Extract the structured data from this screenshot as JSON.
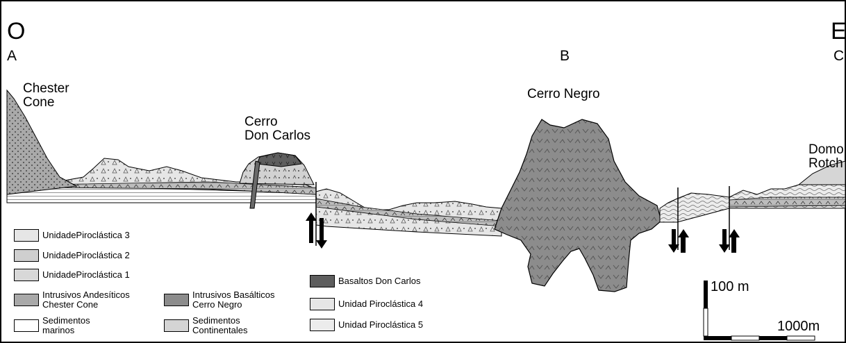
{
  "orientation": {
    "west": "O",
    "east": "E"
  },
  "points": {
    "a": "A",
    "b": "B",
    "c": "C"
  },
  "features": {
    "chester_cone": "Chester\nCone",
    "cerro_don_carlos": "Cerro\nDon Carlos",
    "cerro_negro": "Cerro Negro",
    "domo_rotch": "Domo\nRotch"
  },
  "legend": {
    "col1": [
      {
        "label": "UnidadePiroclástica 3"
      },
      {
        "label": "UnidadePiroclástica 2"
      },
      {
        "label": "UnidadePiroclástica 1"
      },
      {
        "label": "Intrusivos Andesíticos\nChester Cone"
      },
      {
        "label": "Sedimentos\nmarinos"
      }
    ],
    "col2": [
      {
        "label": "Intrusivos Basálticos\nCerro Negro"
      },
      {
        "label": "Sedimentos\nContinentales"
      }
    ],
    "col3": [
      {
        "label": "Basaltos Don Carlos"
      },
      {
        "label": "Unidad Piroclástica 4"
      },
      {
        "label": "Unidad Piroclástica 5"
      }
    ]
  },
  "scale": {
    "vertical": "100 m",
    "horizontal": "1000m"
  },
  "colors": {
    "cerro_negro_fill": "#8c8c8c",
    "andesite_fill": "#a9a9a9",
    "basalt_fill": "#5a5a5a",
    "pyro_light": "#e2e2e2",
    "pyro_mid": "#cfcfcf",
    "domo_fill": "#d6d6d6"
  }
}
